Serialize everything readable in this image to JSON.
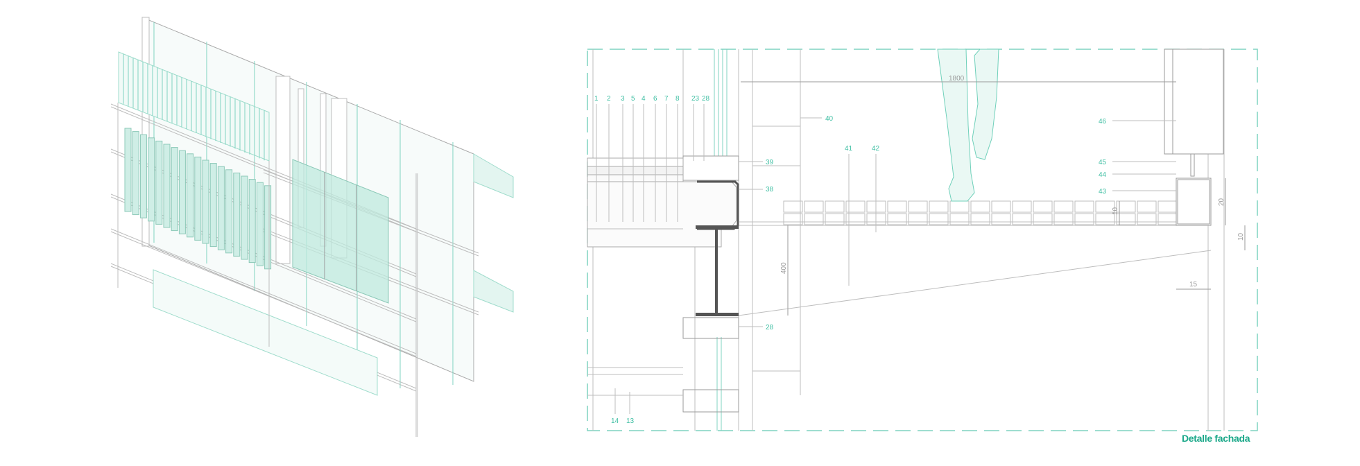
{
  "title": "Detalle fachada",
  "colors": {
    "accent": "#3fbfa3",
    "line": "#bdbdbd",
    "steel": "#5a5a5a",
    "glass": "#cfeee6"
  },
  "callouts_top": [
    "1",
    "2",
    "3",
    "5",
    "4",
    "6",
    "7",
    "8",
    "23",
    "28"
  ],
  "callouts_side": {
    "c38": "38",
    "c39": "39",
    "c40": "40",
    "c41": "41",
    "c42": "42",
    "c43": "43",
    "c44": "44",
    "c45": "45",
    "c46": "46",
    "c28b": "28",
    "c14": "14",
    "c13": "13"
  },
  "dimensions": {
    "d1800": "1800",
    "d400": "400",
    "d10a": "10",
    "d20": "20",
    "d10b": "10",
    "d15": "15"
  }
}
